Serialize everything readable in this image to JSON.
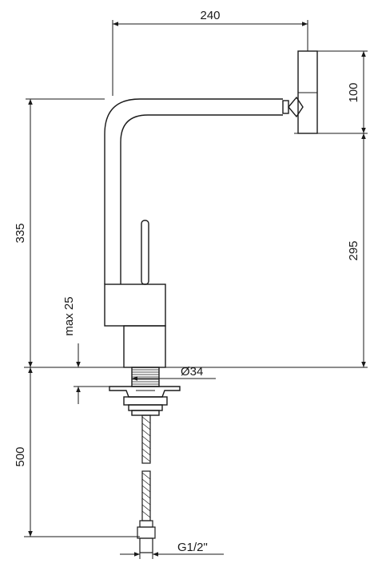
{
  "dimensions": {
    "width_top": "240",
    "spout_height": "100",
    "total_height": "335",
    "spout_drop": "295",
    "max_thickness": "max 25",
    "shank_diameter": "Ø34",
    "hose_length": "500",
    "connection": "G1/2\""
  },
  "colors": {
    "line": "#1a1a1a",
    "background": "#ffffff"
  }
}
